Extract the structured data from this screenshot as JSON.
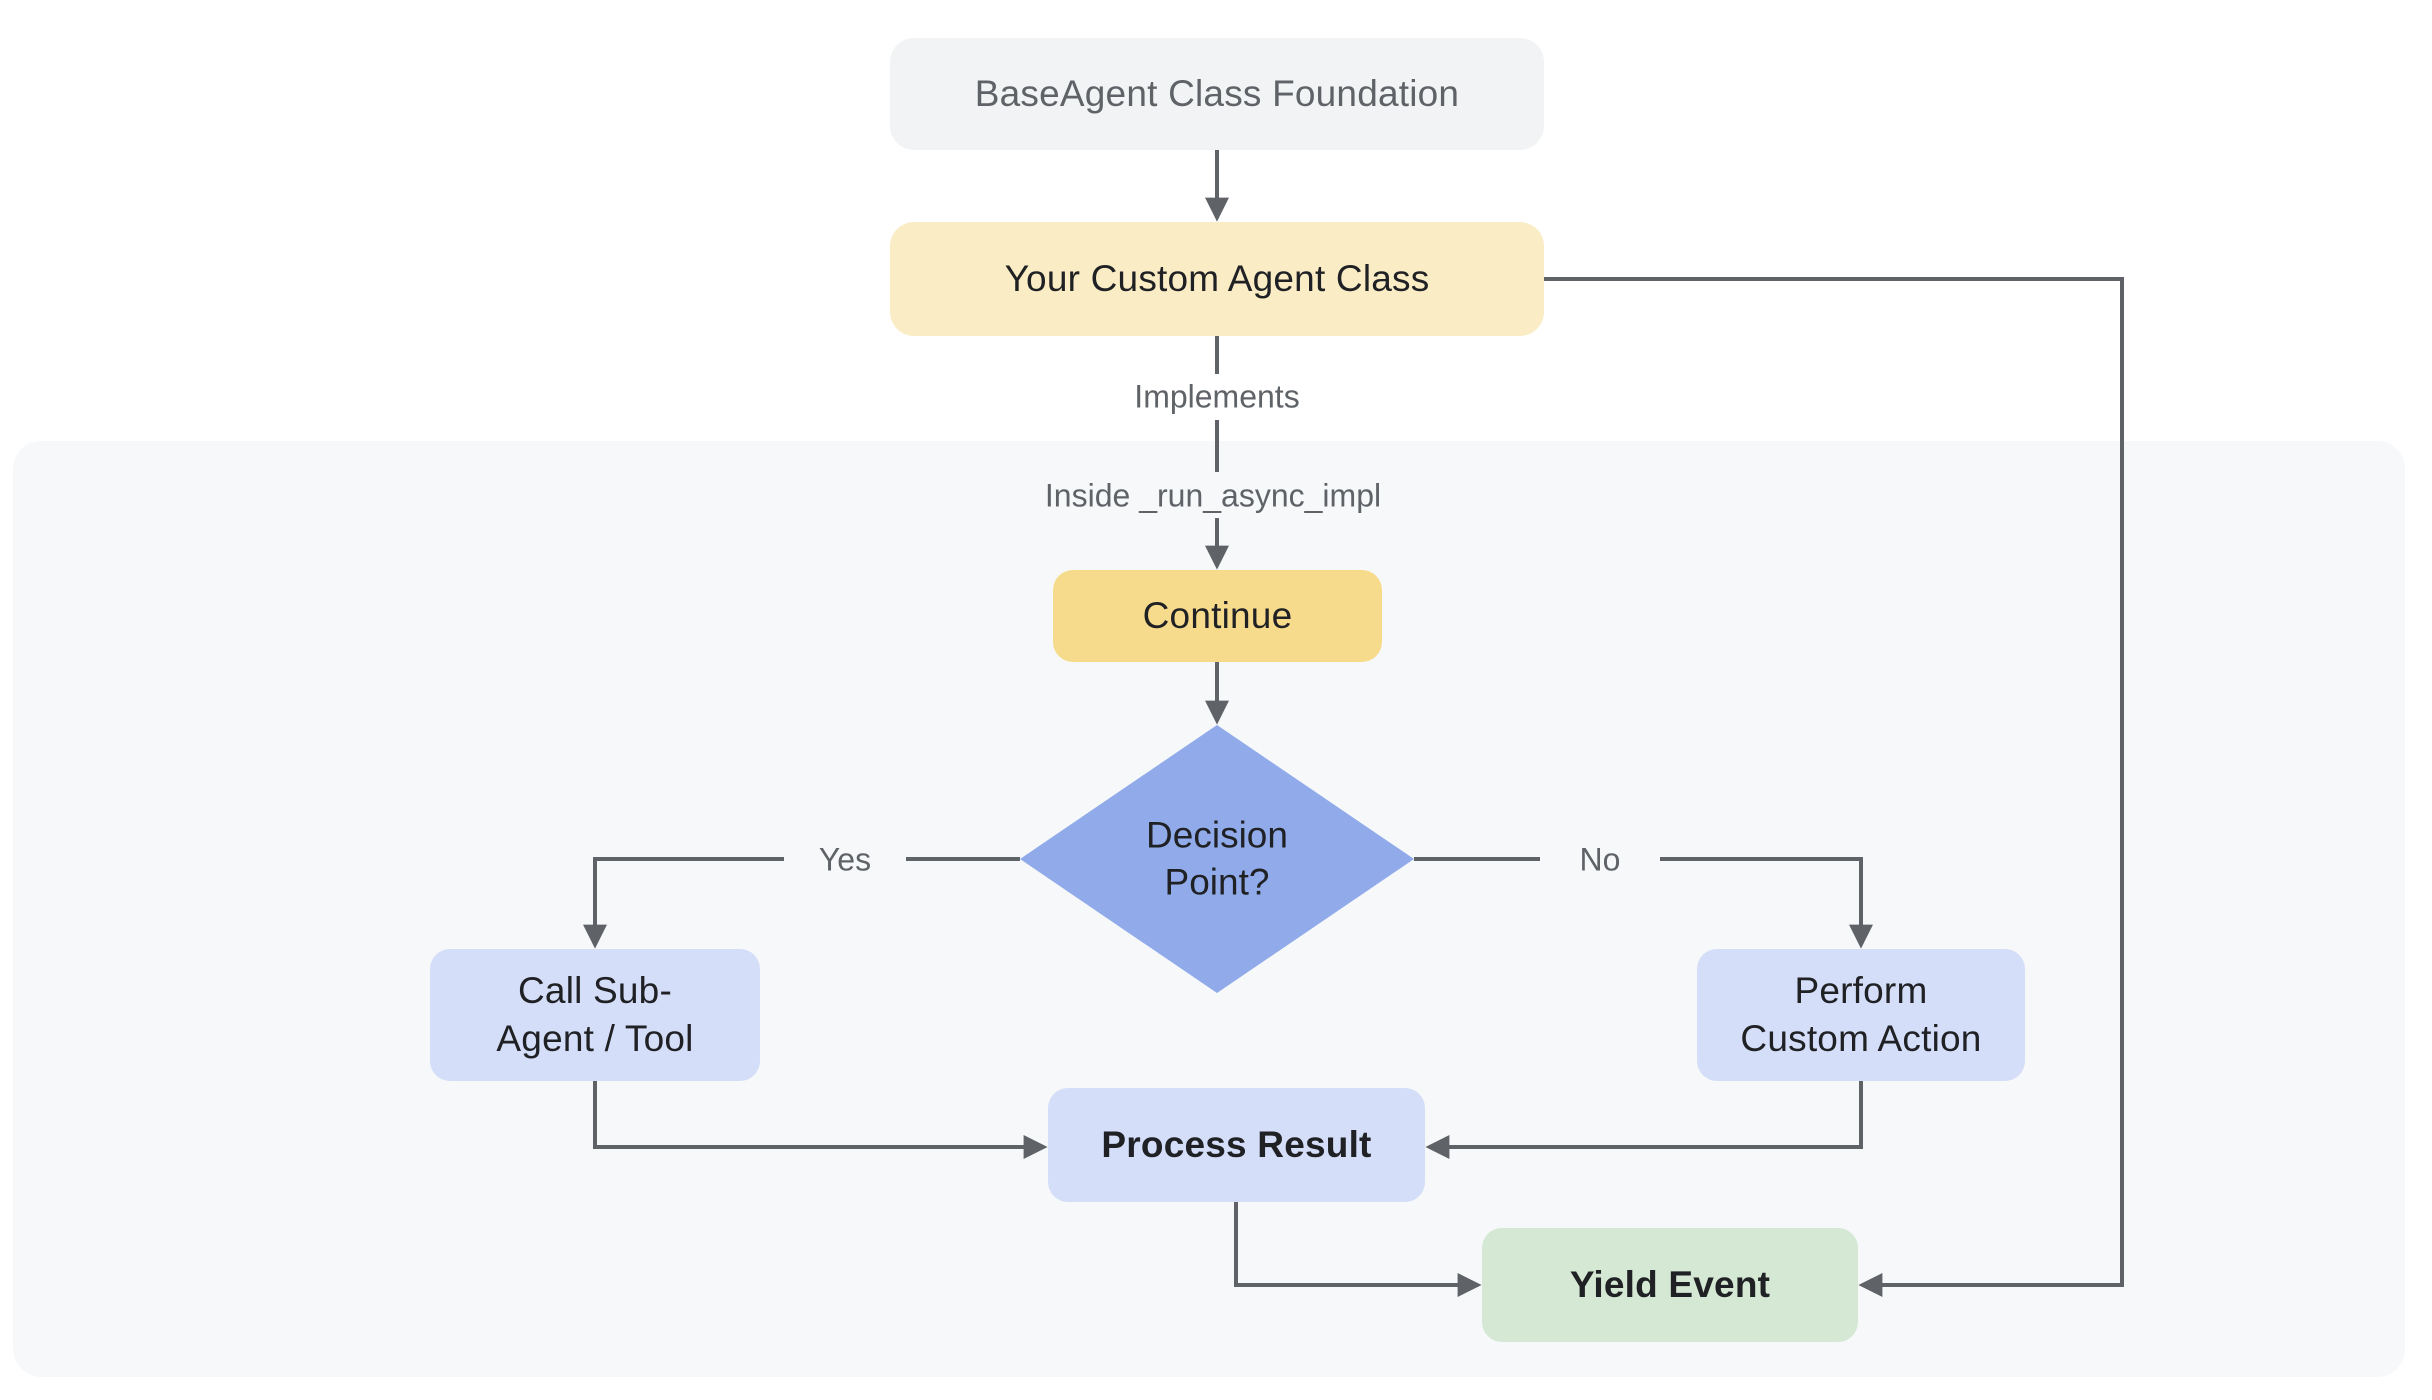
{
  "flowchart": {
    "nodes": {
      "base": {
        "label": "BaseAgent Class Foundation"
      },
      "custom": {
        "label": "Your Custom Agent Class"
      },
      "continue": {
        "label": "Continue"
      },
      "decision": {
        "label": "Decision\nPoint?"
      },
      "call": {
        "label": "Call Sub-\nAgent / Tool"
      },
      "perform": {
        "label": "Perform\nCustom Action"
      },
      "process": {
        "label": "Process Result"
      },
      "yield": {
        "label": "Yield Event"
      }
    },
    "edge_labels": {
      "implements": "Implements",
      "inside_impl": "Inside _run_async_impl",
      "yes": "Yes",
      "no": "No"
    },
    "colors": {
      "background": "#ffffff",
      "panel_bg": "#f6f8fa",
      "neutral_node": "#f1f3f4",
      "yellow_light": "#faedc6",
      "yellow_strong": "#f7db8d",
      "blue_node": "#d4def8",
      "diamond_fill": "#91abea",
      "green_node": "#d5e8d4",
      "edge_stroke": "#5f6368",
      "text_dark": "#202124",
      "text_muted": "#5f6368"
    }
  }
}
